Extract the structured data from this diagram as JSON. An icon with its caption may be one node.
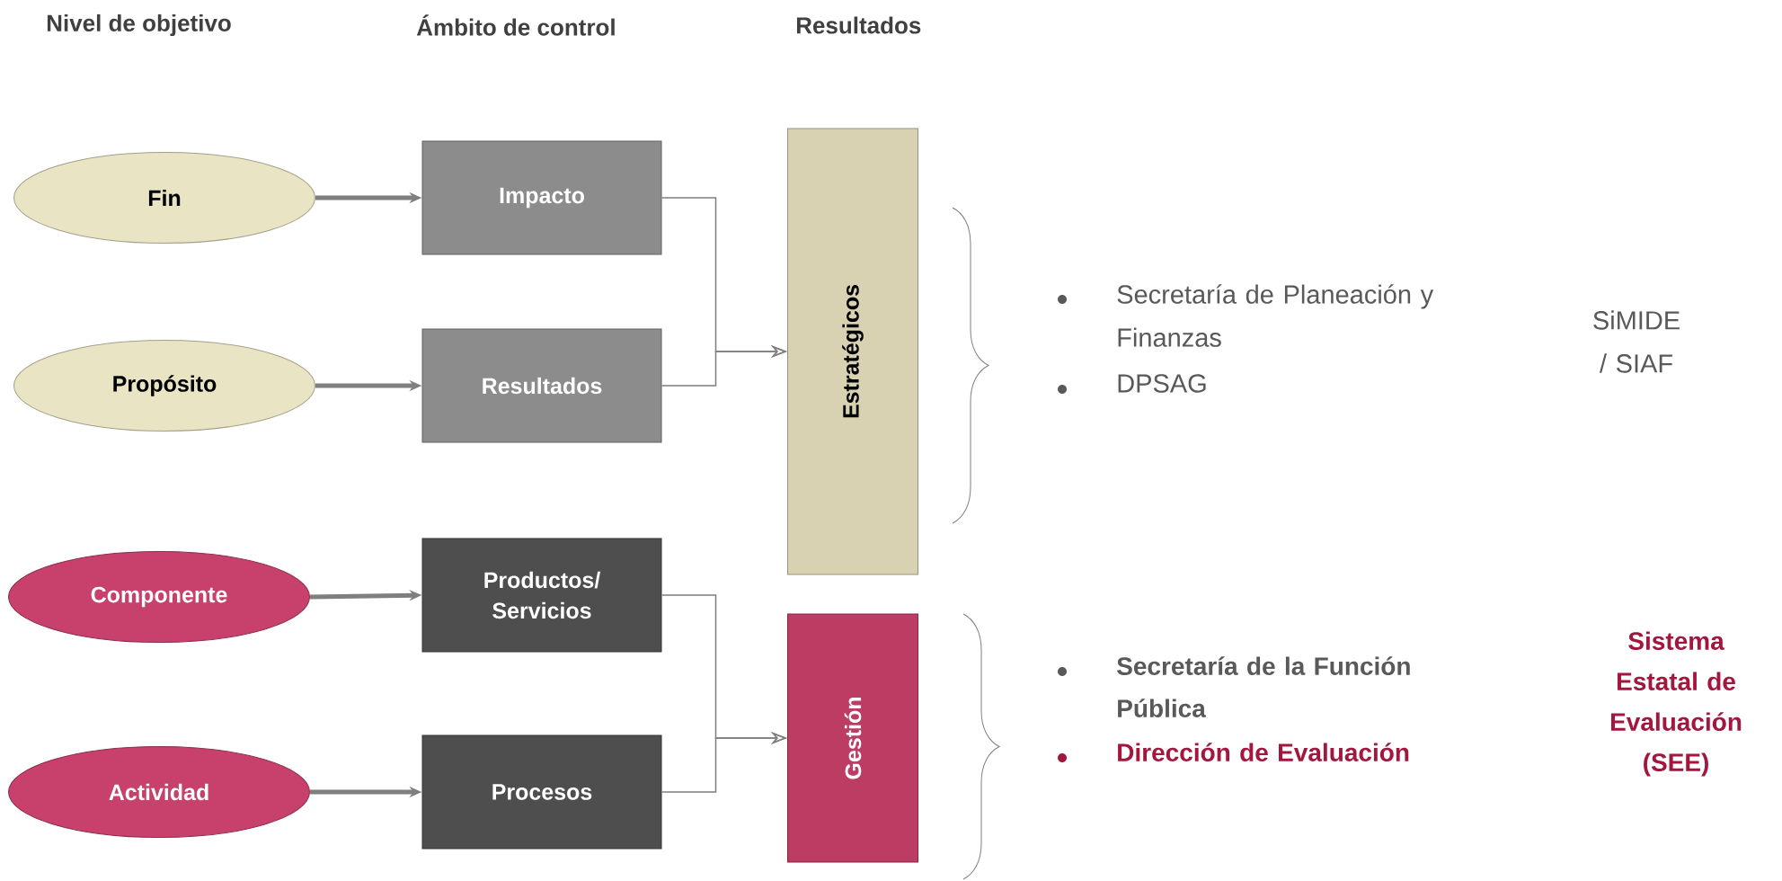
{
  "diagram": {
    "nodes": [
      {
        "text": [
          "Fin"
        ]
      },
      {
        "text": [
          "Propósito"
        ]
      },
      {
        "text": [
          "Componente"
        ]
      },
      {
        "text": [
          "Actividad"
        ]
      },
      {
        "text": [
          "Impacto"
        ]
      },
      {
        "text": [
          "Resultados"
        ]
      },
      {
        "text": [
          "Productos/ Servicios"
        ]
      },
      {
        "text": [
          "Procesos"
        ]
      },
      {
        "text": [
          "Estratégicos"
        ]
      },
      {
        "text": [
          "Gestión"
        ]
      }
    ],
    "edges": [
      {
        "from": 0,
        "to": 4,
        "arrow": "to",
        "style": "thick"
      },
      {
        "from": 1,
        "to": 5,
        "arrow": "to",
        "style": "thick"
      },
      {
        "from": 2,
        "to": 6,
        "arrow": "to",
        "style": "thick"
      },
      {
        "from": 3,
        "to": 7,
        "arrow": "to",
        "style": "thick"
      },
      {
        "from": 4,
        "to": 8,
        "arrow": "to"
      },
      {
        "from": 5,
        "to": 8,
        "arrow": "to"
      },
      {
        "from": 6,
        "to": 9,
        "arrow": "to"
      },
      {
        "from": 7,
        "to": 9,
        "arrow": "to"
      }
    ],
    "labels": [
      "Nivel de objetivo",
      "Ámbito de control",
      "Resultados",
      "Secretaría de Planeación y Finanzas",
      "DPSAG",
      "SiMIDE / SIAF",
      "Secretaría de la Función Pública",
      "Dirección de Evaluación",
      "Sistema Estatal de Evaluación (SEE)"
    ]
  }
}
